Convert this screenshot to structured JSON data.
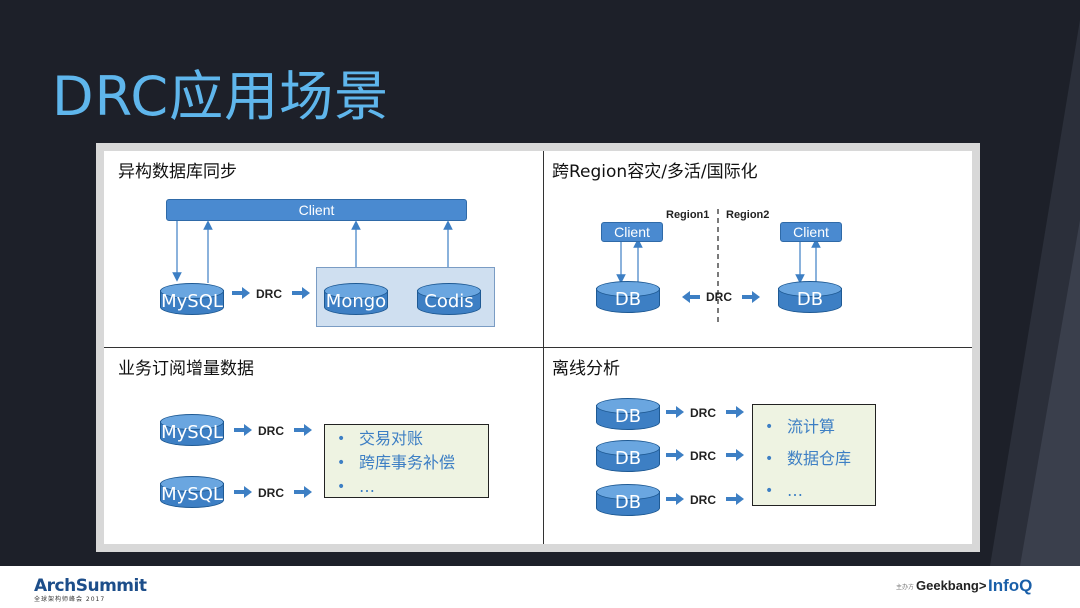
{
  "slide": {
    "title": "DRC应用场景"
  },
  "panels": {
    "hetero": {
      "title": "异构数据库同步",
      "client": "Client",
      "source_db": "MySQL",
      "drc": "DRC",
      "targets": [
        "Mongo",
        "Codis"
      ]
    },
    "cross_region": {
      "title": "跨Region容灾/多活/国际化",
      "region1": "Region1",
      "region2": "Region2",
      "client_left": "Client",
      "client_right": "Client",
      "db_left": "DB",
      "db_right": "DB",
      "drc": "DRC"
    },
    "subscribe": {
      "title": "业务订阅增量数据",
      "sources": [
        "MySQL",
        "MySQL"
      ],
      "drc_labels": [
        "DRC",
        "DRC"
      ],
      "items": [
        "交易对账",
        "跨库事务补偿",
        "…"
      ]
    },
    "offline": {
      "title": "离线分析",
      "sources": [
        "DB",
        "DB",
        "DB"
      ],
      "drc_labels": [
        "DRC",
        "DRC",
        "DRC"
      ],
      "items": [
        "流计算",
        "数据仓库",
        "…"
      ]
    }
  },
  "footer": {
    "left_logo": "ArchSummit",
    "left_logo_sub": "全球架构师峰会 2017",
    "organizer_label": "主办方",
    "geekbang": "Geekbang>",
    "infoq": "InfoQ"
  },
  "colors": {
    "title": "#5fb6ec",
    "db_fill": "#3d7fc4",
    "box_fill": "#eef3e2",
    "mongo_box": "#cfdff0"
  }
}
